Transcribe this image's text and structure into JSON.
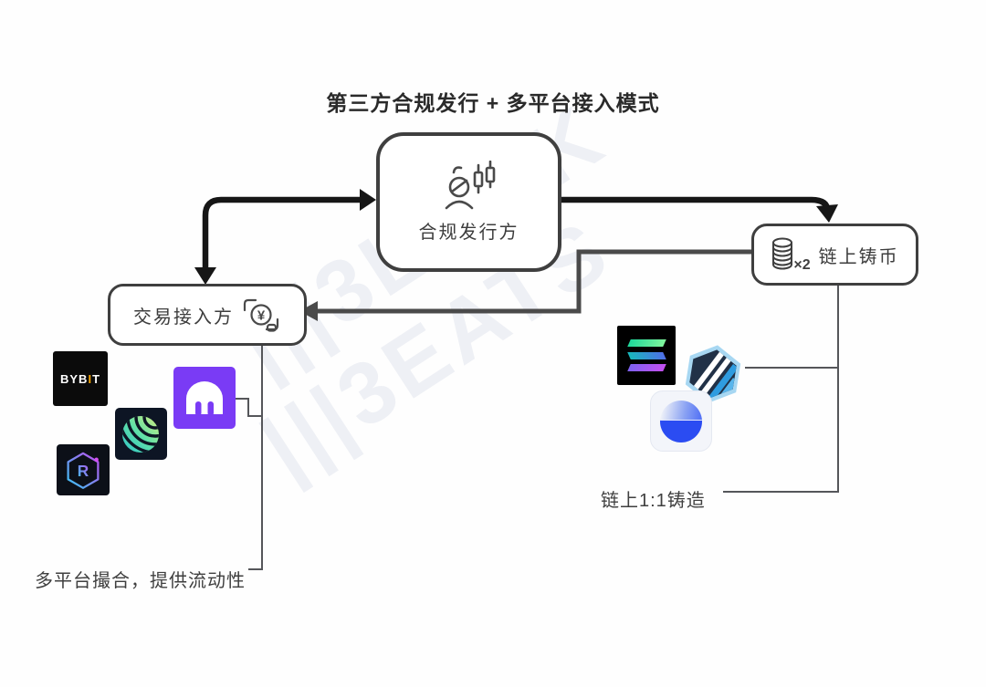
{
  "title": "第三方合规发行 + 多平台接入模式",
  "watermark": {
    "line1": "|||3LOCK",
    "line2": "|||3EATS"
  },
  "nodes": {
    "issuer": {
      "label": "合规发行方",
      "icon": "trader-person-icon"
    },
    "mint": {
      "label": "链上铸币",
      "multiplier": "×2",
      "icon": "coin-stack-icon"
    },
    "access": {
      "label": "交易接入方",
      "icon": "currency-exchange-icon"
    }
  },
  "annotations": {
    "mint_note": "链上1:1铸造",
    "access_note": "多平台撮合，提供流动性"
  },
  "logos": {
    "bybit": {
      "pre": "BYB",
      "accent": "I",
      "post": "T"
    },
    "r_hex": {
      "letter": "R"
    }
  },
  "colors": {
    "arrow_black": "#161616",
    "connector_gray": "#4a4a4a",
    "box_border": "#3f3f3f",
    "kraken_purple": "#7a3bf5",
    "bybit_accent": "#f7a600",
    "blue_circle_blue": "#2b4cf2",
    "watermark_gray": "#e2e6ee"
  }
}
